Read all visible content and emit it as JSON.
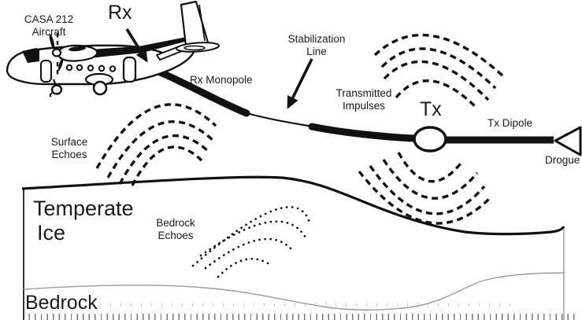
{
  "figure": {
    "background": "#ffffff",
    "ink_color": "#111111",
    "terrain_line_color": "#999999",
    "labels": {
      "aircraft": [
        "CASA 212",
        "Aircraft"
      ],
      "rx": "Rx",
      "rx_monopole": "Rx Monopole",
      "stabilization": [
        "Stabilization",
        "Line"
      ],
      "transmitted": [
        "Transmitted",
        "Impulses"
      ],
      "tx": "Tx",
      "tx_dipole": "Tx Dipole",
      "drogue": "Drogue",
      "surface_echoes": [
        "Surface",
        "Echoes"
      ],
      "bedrock_echoes": [
        "Bedrock",
        "Echoes"
      ],
      "temperate_ice": [
        "Temperate",
        "Ice"
      ],
      "bedrock": "Bedrock"
    },
    "wave_groups": {
      "transmitted_up_arcs": 4,
      "transmitted_down_arcs": 4,
      "surface_echo_arcs": 4,
      "bedrock_echo_arcs": 4
    }
  }
}
